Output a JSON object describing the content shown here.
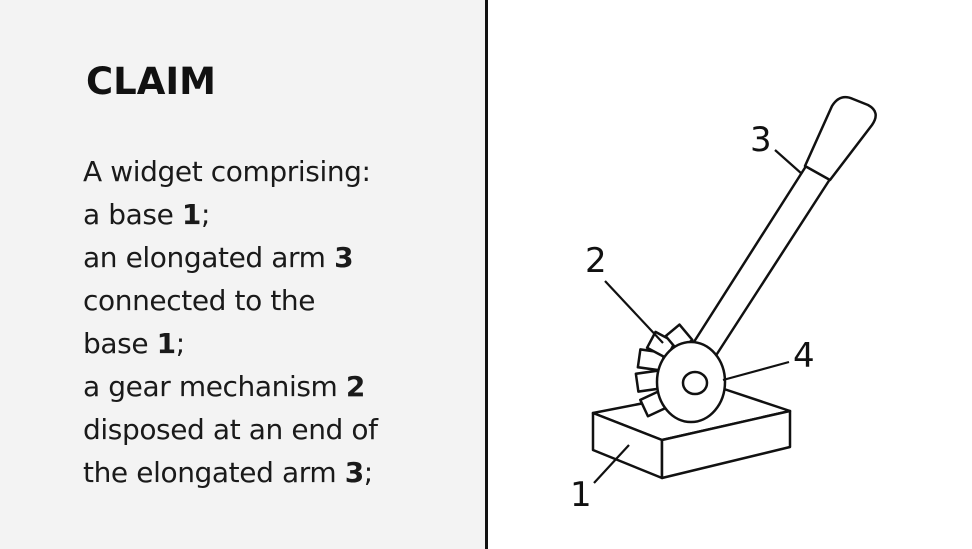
{
  "claim": {
    "heading": "CLAIM",
    "lines": [
      {
        "parts": [
          {
            "text": "A widget comprising:",
            "bold": false
          }
        ]
      },
      {
        "parts": [
          {
            "text": "a base ",
            "bold": false
          },
          {
            "text": "1",
            "bold": true
          },
          {
            "text": ";",
            "bold": false
          }
        ]
      },
      {
        "parts": [
          {
            "text": "an elongated arm ",
            "bold": false
          },
          {
            "text": "3",
            "bold": true
          }
        ]
      },
      {
        "parts": [
          {
            "text": "connected to the",
            "bold": false
          }
        ]
      },
      {
        "parts": [
          {
            "text": "base ",
            "bold": false
          },
          {
            "text": "1",
            "bold": true
          },
          {
            "text": ";",
            "bold": false
          }
        ]
      },
      {
        "parts": [
          {
            "text": "a gear mechanism ",
            "bold": false
          },
          {
            "text": "2",
            "bold": true
          }
        ]
      },
      {
        "parts": [
          {
            "text": "disposed at an end of",
            "bold": false
          }
        ]
      },
      {
        "parts": [
          {
            "text": "the elongated arm ",
            "bold": false
          },
          {
            "text": "3",
            "bold": true
          },
          {
            "text": ";",
            "bold": false
          }
        ]
      }
    ]
  },
  "figure": {
    "labels": {
      "base": "1",
      "gear": "2",
      "arm": "3",
      "hub": "4"
    },
    "colors": {
      "panel_background": "#f3f3f3",
      "line": "#111111"
    }
  }
}
